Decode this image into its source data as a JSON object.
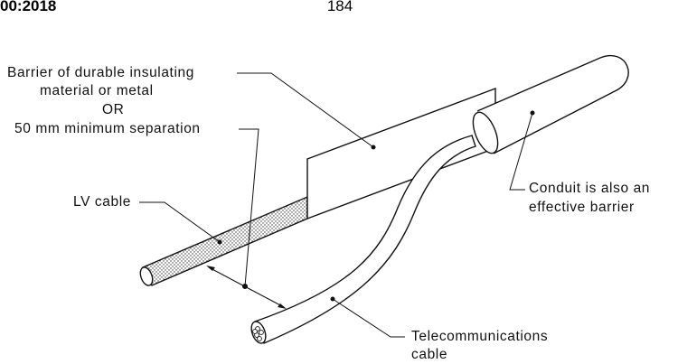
{
  "header": {
    "standard_ref": "00:2018",
    "page_number": "184"
  },
  "labels": {
    "barrier": {
      "line1": "Barrier of durable insulating",
      "line2": "material or metal",
      "line3": "OR",
      "line4": "50 mm minimum separation"
    },
    "lv_cable": "LV cable",
    "conduit": {
      "line1": "Conduit is also an",
      "line2": "effective barrier"
    },
    "telecom": {
      "line1": "Telecommunications",
      "line2": "cable"
    }
  }
}
